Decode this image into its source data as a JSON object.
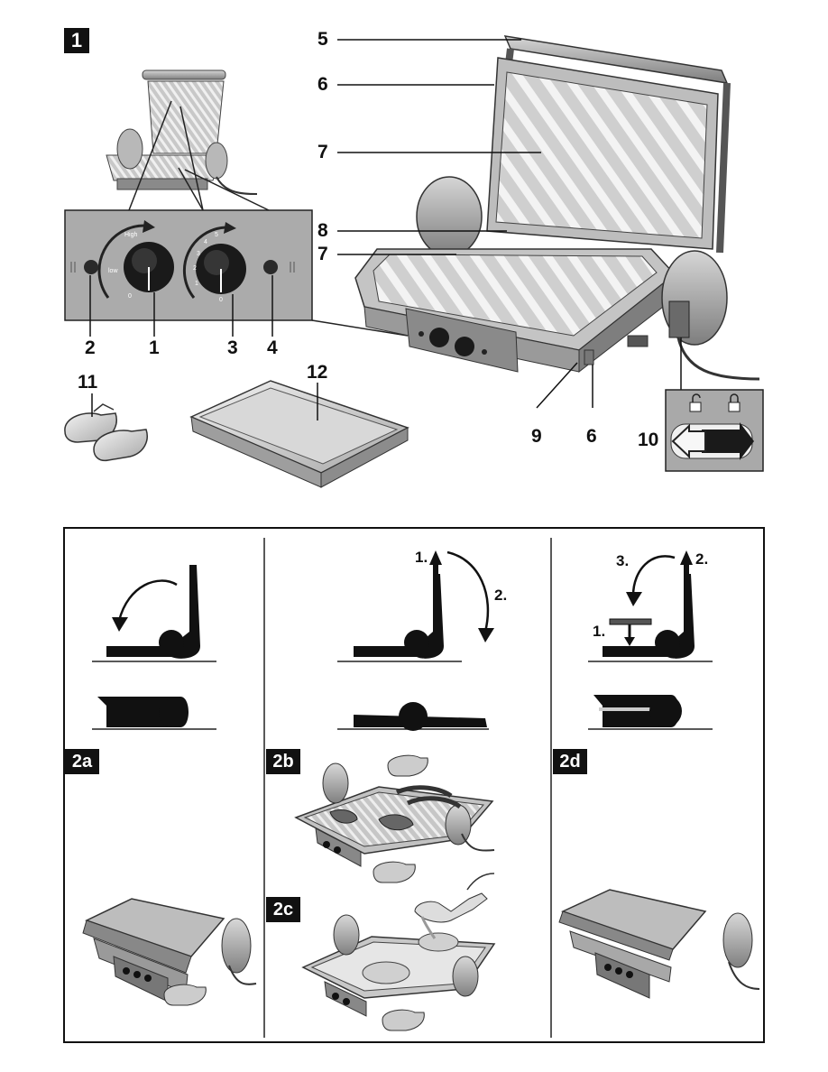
{
  "figure1": {
    "badge": "1",
    "callouts": [
      "5",
      "6",
      "7",
      "8",
      "7",
      "2",
      "1",
      "3",
      "4",
      "9",
      "6",
      "10",
      "11",
      "12"
    ],
    "control_panel": {
      "knob_left_labels": [
        "High",
        "low",
        "0"
      ],
      "knob_right_labels": [
        "5",
        "4",
        "3",
        "2",
        "1",
        "0"
      ]
    }
  },
  "figure2": {
    "steps_b": [
      "1.",
      "2."
    ],
    "steps_d": [
      "3.",
      "2.",
      "1."
    ],
    "badges": [
      "2a",
      "2b",
      "2c",
      "2d"
    ]
  }
}
